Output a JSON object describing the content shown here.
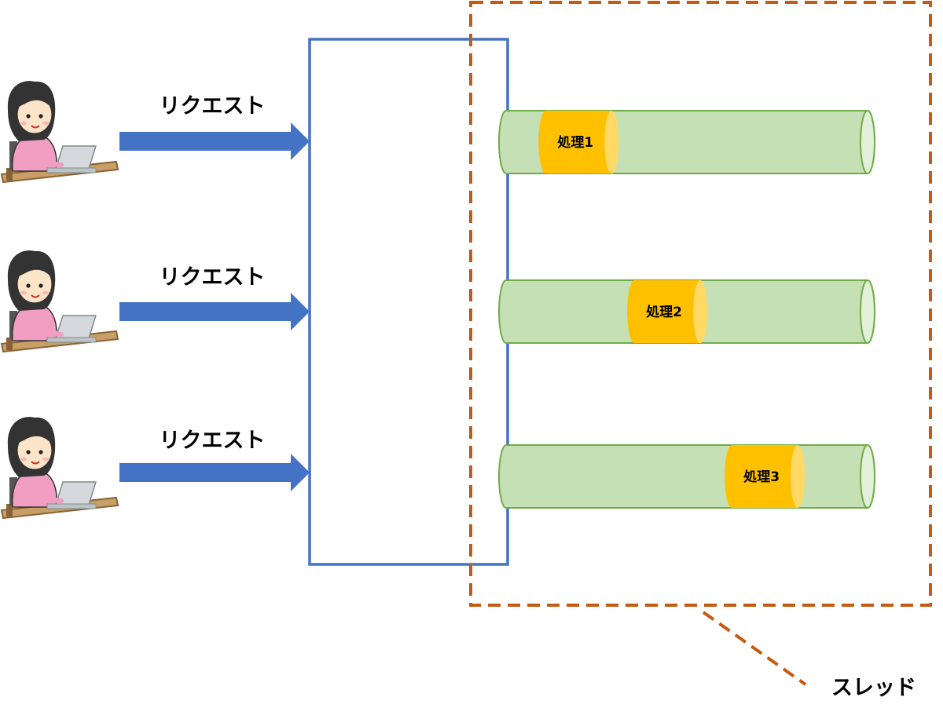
{
  "colors": {
    "arrow": "#4472C4",
    "server_box": "#4472C4",
    "thread_border": "#C55A11",
    "cylinder_fill": "#C5E0B4",
    "cylinder_stroke": "#70AD47",
    "process_fill": "#FFC000",
    "process_end": "#FFD966"
  },
  "icons": {
    "client": "woman-at-laptop-icon"
  },
  "requests": [
    {
      "label": "リクエスト"
    },
    {
      "label": "リクエスト"
    },
    {
      "label": "リクエスト"
    }
  ],
  "threads": [
    {
      "process_label": "処理1",
      "progress": 0.07
    },
    {
      "process_label": "処理2",
      "progress": 0.37
    },
    {
      "process_label": "処理3",
      "progress": 0.7
    }
  ],
  "thread_group_label": "スレッド"
}
